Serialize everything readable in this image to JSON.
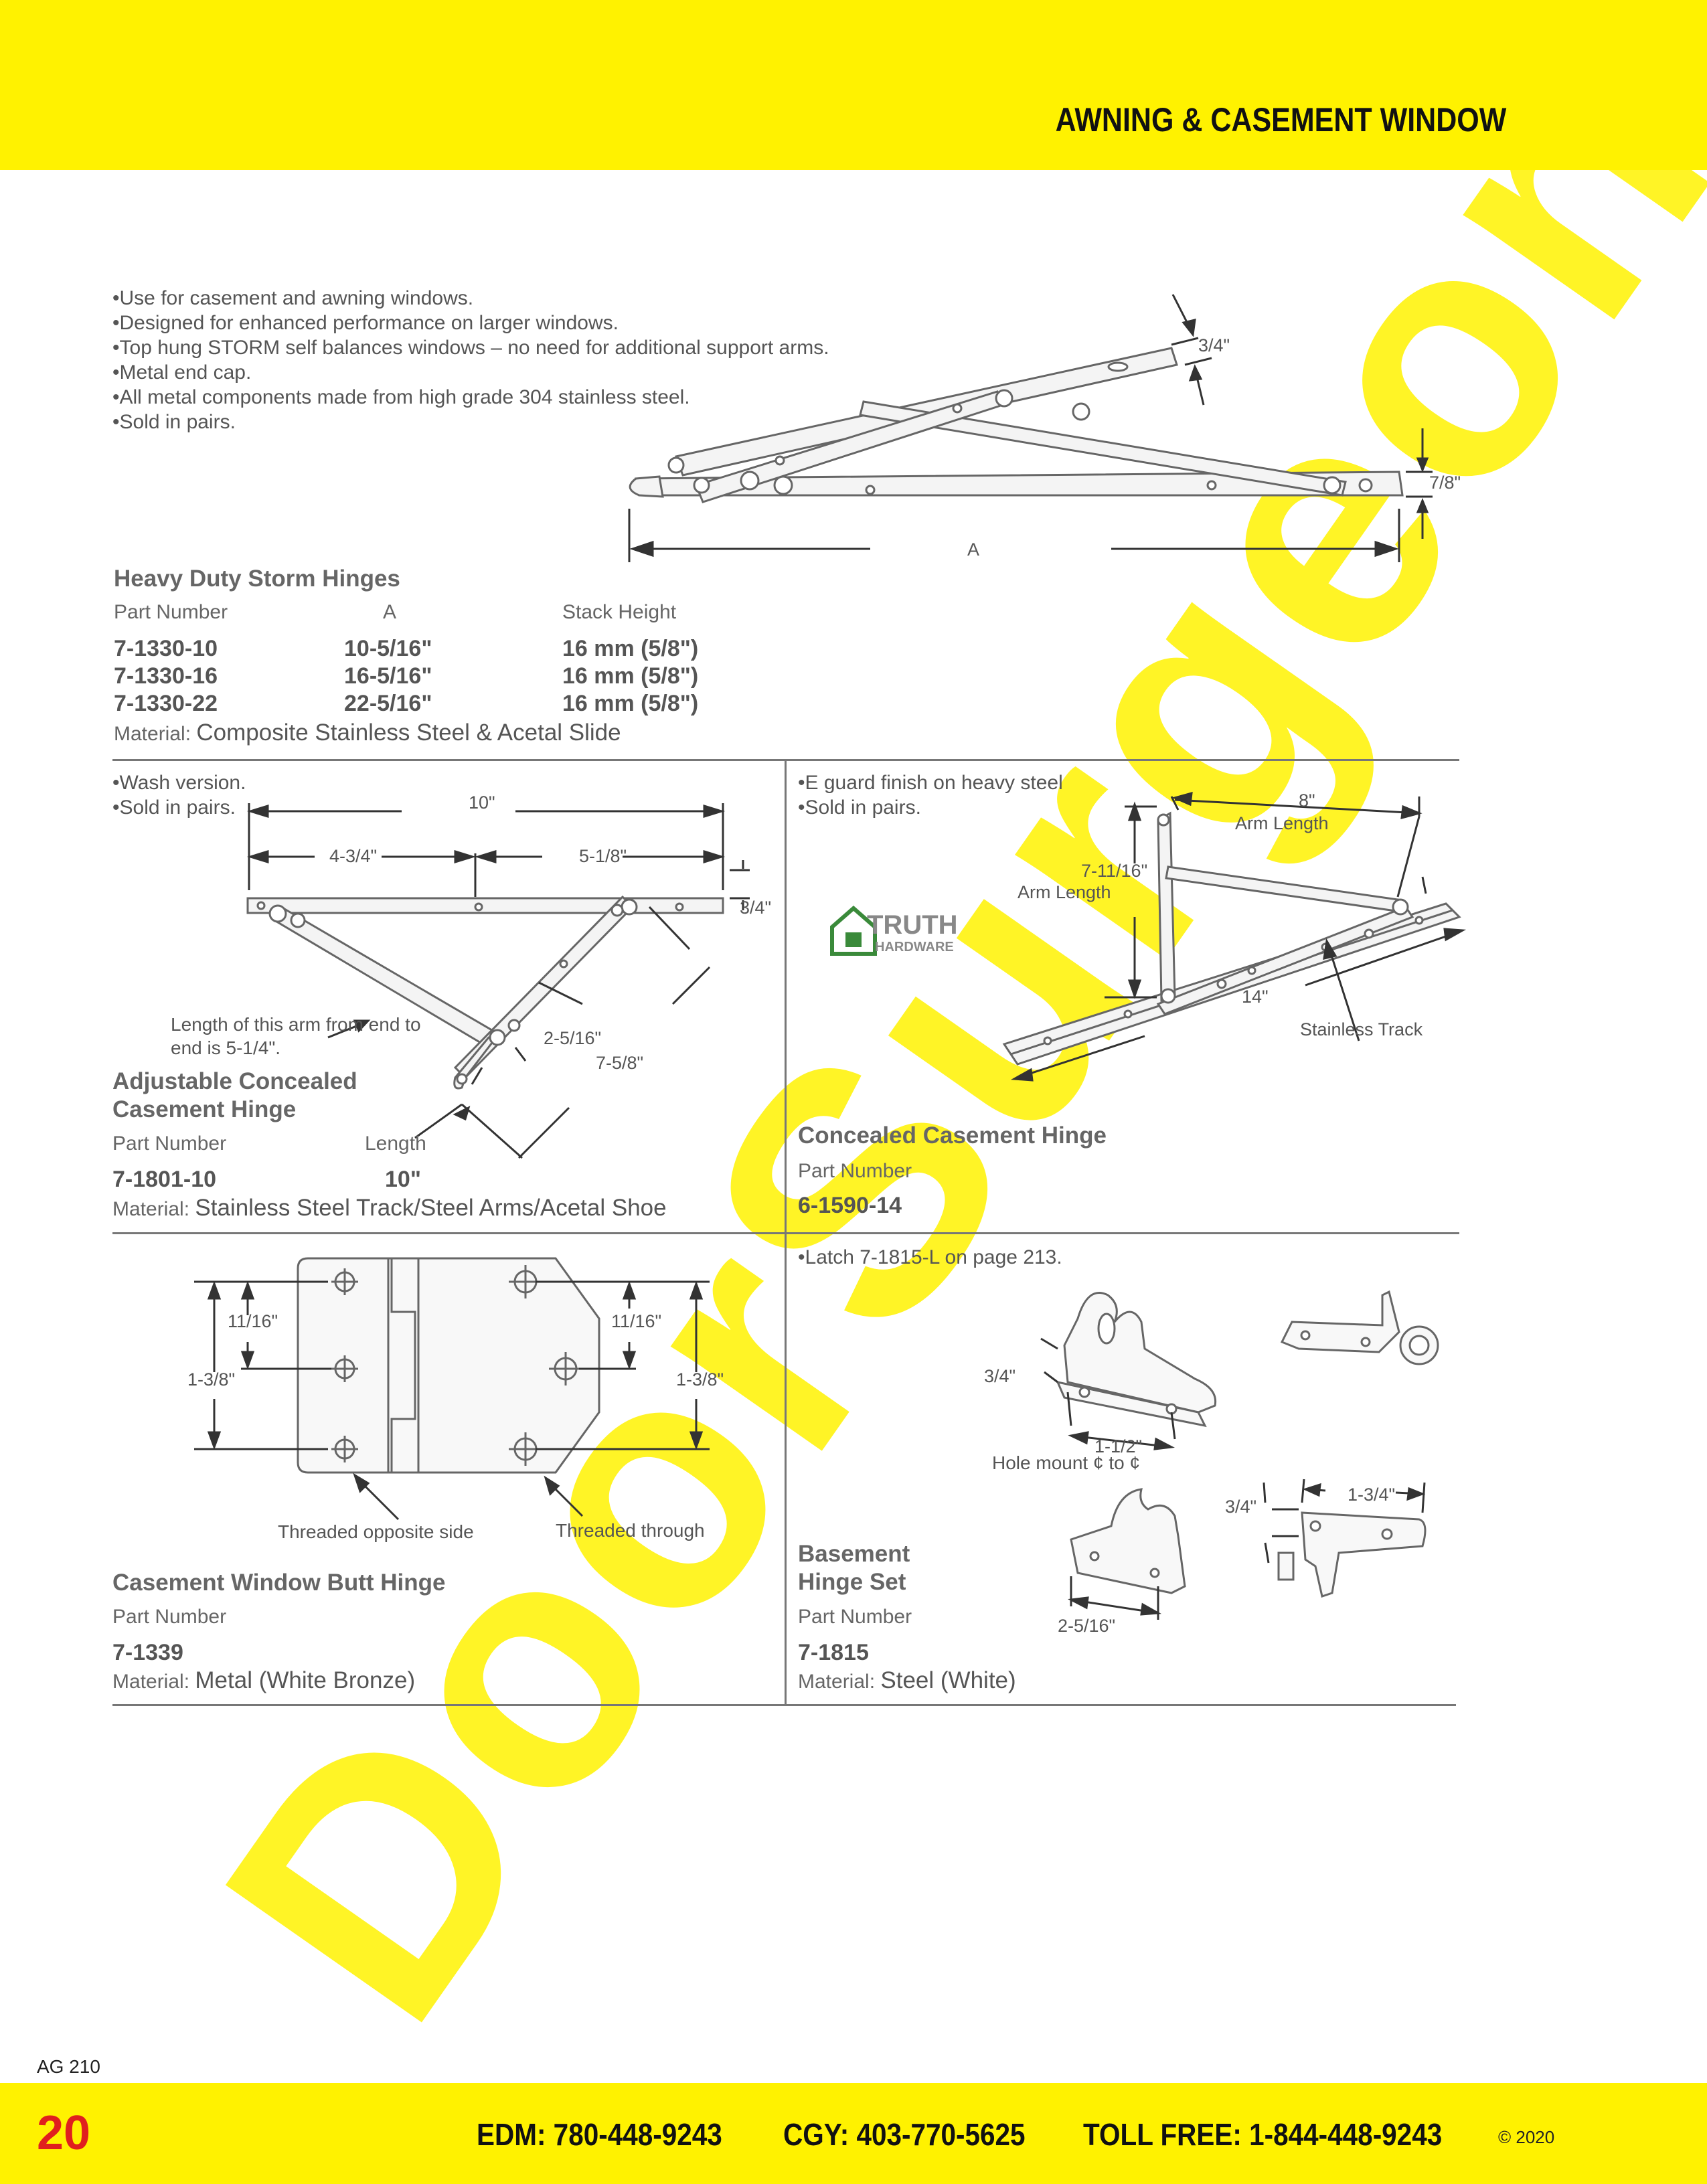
{
  "header": {
    "title": "AWNING & CASEMENT WINDOW"
  },
  "footer": {
    "page_number": "20",
    "ag_code": "AG 210",
    "edm": "EDM: 780-448-9243",
    "cgy": "CGY: 403-770-5625",
    "toll_free": "TOLL FREE: 1-844-448-9243",
    "copyright": "© 2020"
  },
  "watermark": {
    "text": "DoorSurgeon.com",
    "color": "#fff200"
  },
  "colors": {
    "accent_yellow": "#fff200",
    "page_number_red": "#e0201e"
  },
  "storm_hinges": {
    "bullets": [
      "•Use for casement and awning windows.",
      "•Designed for enhanced performance on larger windows.",
      "•Top hung STORM self balances windows – no need for additional support arms.",
      "•Metal end cap.",
      "•All metal components made from high grade 304 stainless steel.",
      "•Sold in pairs."
    ],
    "title": "Heavy Duty Storm Hinges",
    "columns": [
      "Part Number",
      "A",
      "Stack Height"
    ],
    "rows": [
      [
        "7-1330-10",
        "10-5/16\"",
        "16 mm (5/8\")"
      ],
      [
        "7-1330-16",
        "16-5/16\"",
        "16 mm (5/8\")"
      ],
      [
        "7-1330-22",
        "22-5/16\"",
        "16 mm (5/8\")"
      ]
    ],
    "material_label": "Material:",
    "material": "Composite Stainless Steel & Acetal Slide",
    "dims": {
      "top": "3/4\"",
      "side": "7/8\"",
      "length": "A"
    }
  },
  "adjustable_hinge": {
    "bullets": [
      "•Wash version.",
      "•Sold in pairs."
    ],
    "title_line1": "Adjustable Concealed",
    "title_line2": "Casement Hinge",
    "col_part": "Part Number",
    "col_length": "Length",
    "part": "7-1801-10",
    "length": "10\"",
    "material_label": "Material:",
    "material": "Stainless Steel Track/Steel Arms/Acetal Shoe",
    "dims": {
      "overall": "10\"",
      "left": "4-3/4\"",
      "right": "5-1/8\"",
      "height": "3/4\"",
      "arm_note_1": "Length of this arm from end to",
      "arm_note_2": "end is 5-1/4\".",
      "short": "2-5/16\"",
      "long": "7-5/8\""
    }
  },
  "concealed_hinge": {
    "bullets": [
      "•E guard finish on heavy steel",
      "•Sold in pairs."
    ],
    "brand_top": "TRUTH",
    "brand_bottom": "HARDWARE",
    "title": "Concealed Casement Hinge",
    "col_part": "Part Number",
    "part": "6-1590-14",
    "dims": {
      "arm1_value": "8\"",
      "arm1_label": "Arm Length",
      "arm2_value": "7-11/16\"",
      "arm2_label": "Arm Length",
      "track_len": "14\"",
      "track_label": "Stainless Track"
    }
  },
  "butt_hinge": {
    "title": "Casement Window Butt Hinge",
    "col_part": "Part Number",
    "part": "7-1339",
    "material_label": "Material:",
    "material": "Metal (White Bronze)",
    "dims": {
      "left_small": "11/16\"",
      "left_large": "1-3/8\"",
      "right_small": "11/16\"",
      "right_large": "1-3/8\"",
      "note_left": "Threaded opposite side",
      "note_right": "Threaded through"
    }
  },
  "basement_hinge": {
    "bullets": [
      "•Latch 7-1815-L on page 213."
    ],
    "title_line1": "Basement",
    "title_line2": "Hinge Set",
    "col_part": "Part Number",
    "part": "7-1815",
    "material_label": "Material:",
    "material": "Steel (White)",
    "dims": {
      "a_height": "3/4\"",
      "a_hole": "1-1/2\"",
      "hole_note": "Hole mount ¢ to ¢",
      "b_height": "3/4\"",
      "b_width": "1-3/4\"",
      "c_width": "2-5/16\""
    }
  }
}
